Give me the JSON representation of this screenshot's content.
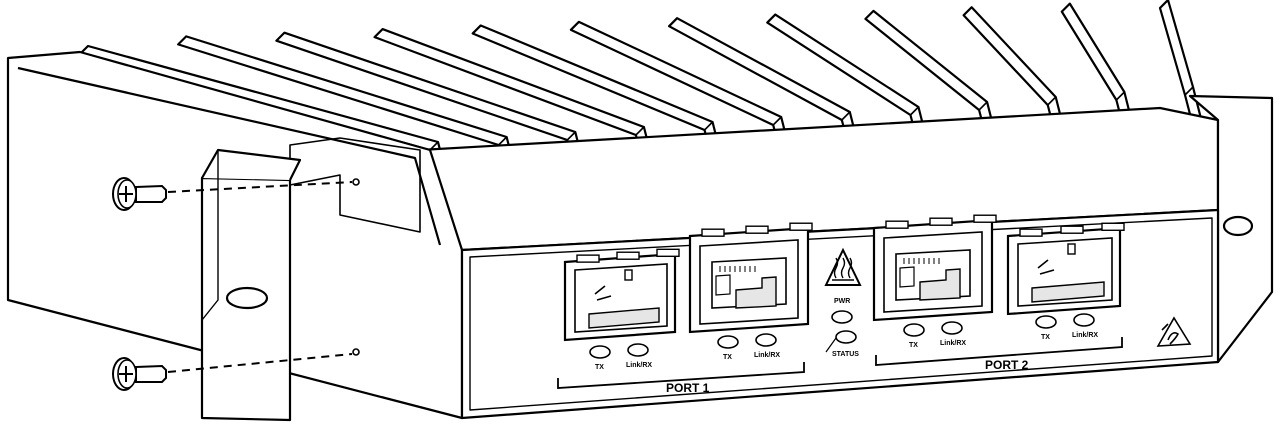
{
  "diagram": {
    "ports": [
      {
        "name": "PORT 1",
        "cages": [
          {
            "kind": "sfp",
            "led_labels": [
              "TX",
              "Link/RX"
            ]
          },
          {
            "kind": "rj45",
            "led_labels": [
              "TX",
              "Link/RX"
            ]
          }
        ]
      },
      {
        "name": "PORT 2",
        "cages": [
          {
            "kind": "rj45",
            "led_labels": [
              "TX",
              "Link/RX"
            ]
          },
          {
            "kind": "sfp",
            "led_labels": [
              "TX",
              "Link/RX"
            ]
          }
        ]
      }
    ],
    "status_leds": [
      "PWR",
      "STATUS"
    ],
    "icons": [
      "hot-surface-warning-icon",
      "esd-warning-icon",
      "screw-icon"
    ],
    "colors": {
      "line": "#000000",
      "fill": "#ffffff",
      "shade": "#e6e6e6"
    }
  }
}
